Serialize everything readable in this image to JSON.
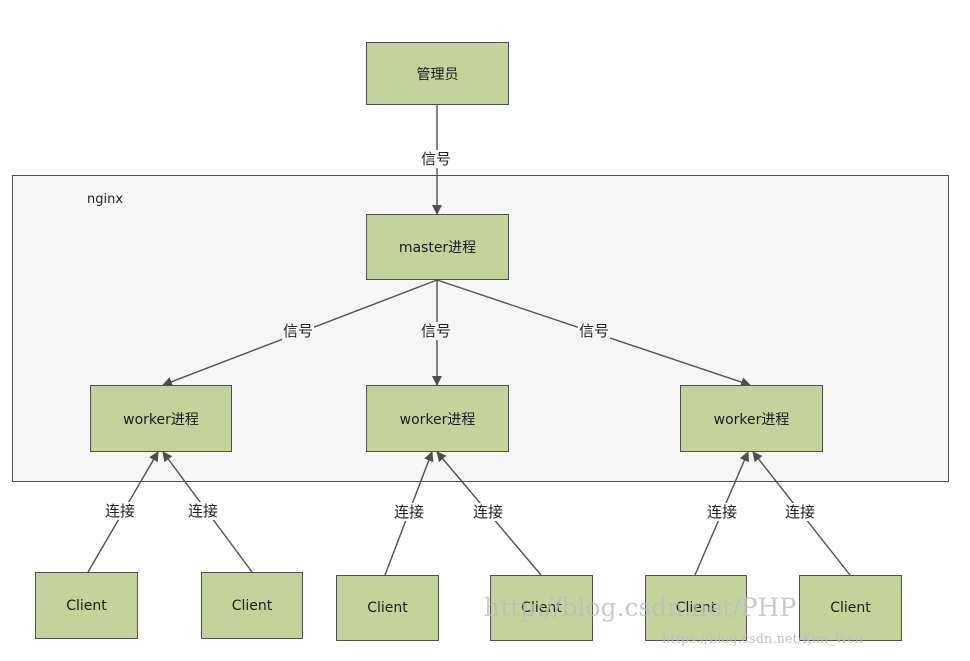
{
  "diagram": {
    "admin": "管理员",
    "container_label": "nginx",
    "master": "master进程",
    "workers": [
      "worker进程",
      "worker进程",
      "worker进程"
    ],
    "clients": [
      "Client",
      "Client",
      "Client",
      "Client",
      "Client",
      "Client"
    ],
    "signal_label": "信号",
    "connect_label": "连接",
    "line_color": "#4f4f4f",
    "box_color": "#c4d39b"
  },
  "watermark": {
    "large": "http://blog.csdn.net/PHP",
    "small": "https://blog.csdn.net/Kim_Weir"
  }
}
